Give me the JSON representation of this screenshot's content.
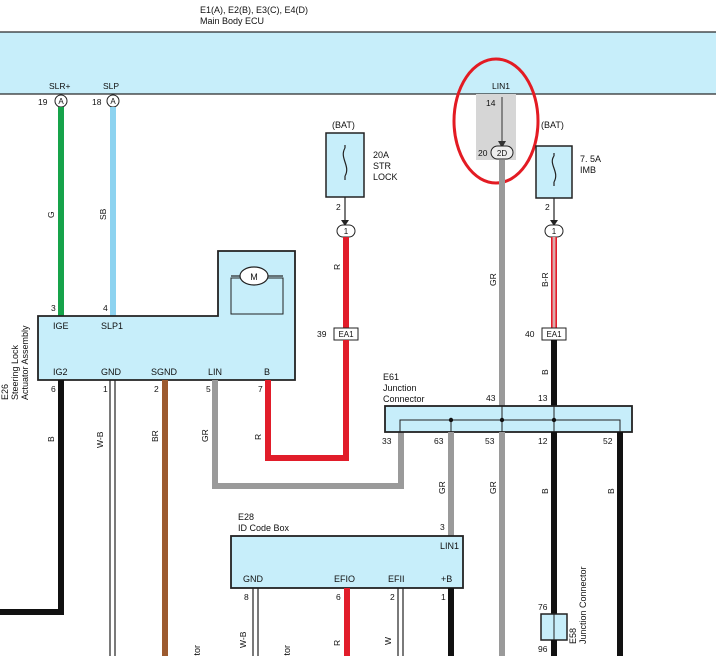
{
  "ecu": {
    "connectors": "E1(A), E2(B), E3(C), E4(D)",
    "name": "Main Body ECU",
    "terminals": [
      {
        "label": "SLR+",
        "pin": "19",
        "conn": "A"
      },
      {
        "label": "SLP",
        "pin": "18",
        "conn": "A"
      },
      {
        "label": "LIN1",
        "pin_top": "14",
        "pin": "20",
        "conn": "2D"
      }
    ]
  },
  "fuses": [
    {
      "bat": "(BAT)",
      "amp": "20A",
      "name1": "STR",
      "name2": "LOCK",
      "pin": "2",
      "conn": "1"
    },
    {
      "bat": "(BAT)",
      "amp": "7. 5A",
      "name1": "IMB",
      "name2": "",
      "pin": "2",
      "conn": "1"
    }
  ],
  "wire_colors": {
    "g": "G",
    "sb": "SB",
    "r1": "R",
    "gr_lin1": "GR",
    "br1": "B-R",
    "b_ig2": "B",
    "wb": "W-B",
    "br": "BR",
    "gr_lin": "GR",
    "r2": "R",
    "b_e61": "B",
    "gr_e28": "GR",
    "gr_mid": "GR",
    "b_e58": "B",
    "b_right": "B",
    "wb2": "W-B",
    "r3": "R",
    "w": "W"
  },
  "ea1": [
    {
      "pin": "39",
      "conn": "EA1"
    },
    {
      "pin": "40",
      "conn": "EA1"
    }
  ],
  "steering_lock": {
    "code": "E26",
    "name1": "Steering Lock",
    "name2": "Actuator Assembly",
    "motor": "M",
    "top_pins": [
      {
        "pin": "3",
        "label": "IGE"
      },
      {
        "pin": "4",
        "label": "SLP1"
      }
    ],
    "bottom_pins": [
      {
        "pin": "6",
        "label": "IG2"
      },
      {
        "pin": "1",
        "label": "GND"
      },
      {
        "pin": "2",
        "label": "SGND"
      },
      {
        "pin": "5",
        "label": "LIN"
      },
      {
        "pin": "7",
        "label": "B"
      }
    ]
  },
  "junction": {
    "code": "E61",
    "name1": "Junction",
    "name2": "Connector",
    "top_pins": [
      "43",
      "13"
    ],
    "bottom_pins": [
      "33",
      "63",
      "53",
      "12",
      "52"
    ]
  },
  "id_box": {
    "code": "E28",
    "name": "ID Code Box",
    "top_pin": "3",
    "top_label": "LIN1",
    "pins": [
      {
        "pin": "8",
        "label": "GND"
      },
      {
        "pin": "6",
        "label": "EFIO"
      },
      {
        "pin": "2",
        "label": "EFII"
      },
      {
        "pin": "1",
        "label": "+B"
      }
    ]
  },
  "e58": {
    "code": "E58",
    "name": "Junction Connector",
    "pin_top": "76",
    "pin_bottom": "96"
  },
  "clipped": {
    "text1": "ctor",
    "text2": "ctor"
  },
  "colors": {
    "box_fill": "#c7eefa",
    "green": "#16a34a",
    "skyblue": "#8dd3f0",
    "red": "#e11d2a",
    "gray": "#9a9a9a",
    "black": "#111111",
    "brown": "#9c5a2f",
    "highlight": "#e31b23"
  }
}
